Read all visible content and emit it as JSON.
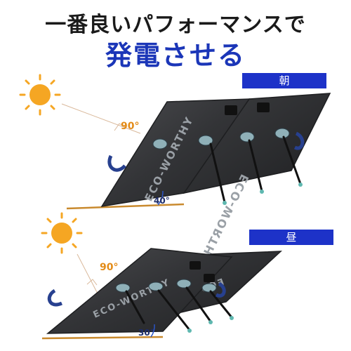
{
  "headline": {
    "line1": "一番良いパフォーマンスで",
    "line2": "発電させる"
  },
  "badges": {
    "morning": "朝",
    "noon": "昼"
  },
  "scene_morning": {
    "sun_angle": "90°",
    "tilt_angle": "40°",
    "brand_main": "ECO-WORTHY",
    "brand_mirror": "ECO-WORTHY"
  },
  "scene_noon": {
    "sun_angle": "90°",
    "tilt_angle": "30°",
    "brand_main": "ECO-WORTHY",
    "brand_mirror": "ECO-WORTHY"
  },
  "colors": {
    "headline_dark": "#1a1a1a",
    "headline_blue": "#1b36b8",
    "badge_blue": "#1d32c8",
    "sun_orange": "#f5a623",
    "angle_orange": "#e38b17",
    "ground_orange": "#c98a2e",
    "panel_dark": "#3a3b3d",
    "panel_edge": "#1e1f21",
    "strap_blue": "#27408f",
    "bracket_teal": "#8fb0b8"
  },
  "icons": {
    "sun": "sun-icon",
    "panel": "solar-panel-icon",
    "kickstand": "kickstand-icon"
  }
}
